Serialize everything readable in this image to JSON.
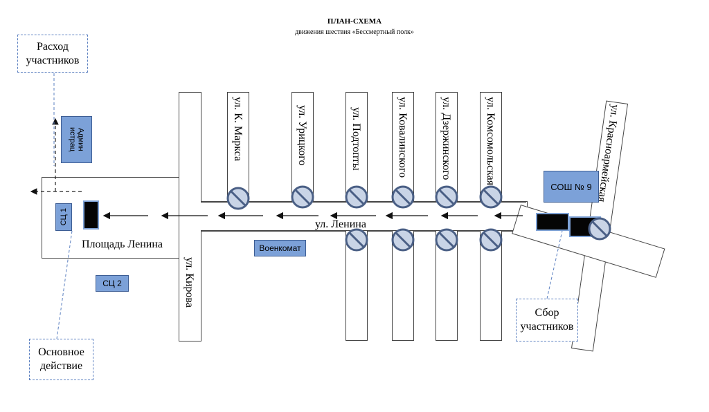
{
  "header": {
    "title": "ПЛАН-СХЕМА",
    "subtitle": "движения шествия «Бессмертный полк»"
  },
  "streets": {
    "lenina": "ул. Ленина",
    "kirova": "ул. Кирова",
    "k_marksa": "ул. К. Маркса",
    "uritskogo": "ул. Урицкого",
    "podtopty": "ул. Подтопты",
    "kovalinskogo": "ул. Ковалинского",
    "dzerzhinskogo": "ул. Дзержинского",
    "komsomolskaya": "ул. Комсомольская",
    "krasnoarmeyskaya": "ул. Красноармейская"
  },
  "places": {
    "ploshad": "Площадь Ленина",
    "voenkomat": "Военкомат",
    "sosh": "СОШ № 9",
    "admin": "Админ истрац",
    "sc1": "СЦ 1",
    "sc2": "СЦ 2"
  },
  "callouts": {
    "raskhod": "Расход участников",
    "osnovnoe": "Основное действие",
    "sbor": "Сбор участников"
  },
  "colors": {
    "building_fill": "#7ca1d8",
    "building_border": "#3d5d93",
    "callout_border": "#5a7fc0",
    "no_entry_fill": "#c9d4e6",
    "no_entry_stroke": "#4a5f85",
    "vehicle": "#050505"
  },
  "symbols": {
    "road_block": "no-entry-sign",
    "vehicle": "vehicle-block",
    "direction": "arrow-left"
  }
}
